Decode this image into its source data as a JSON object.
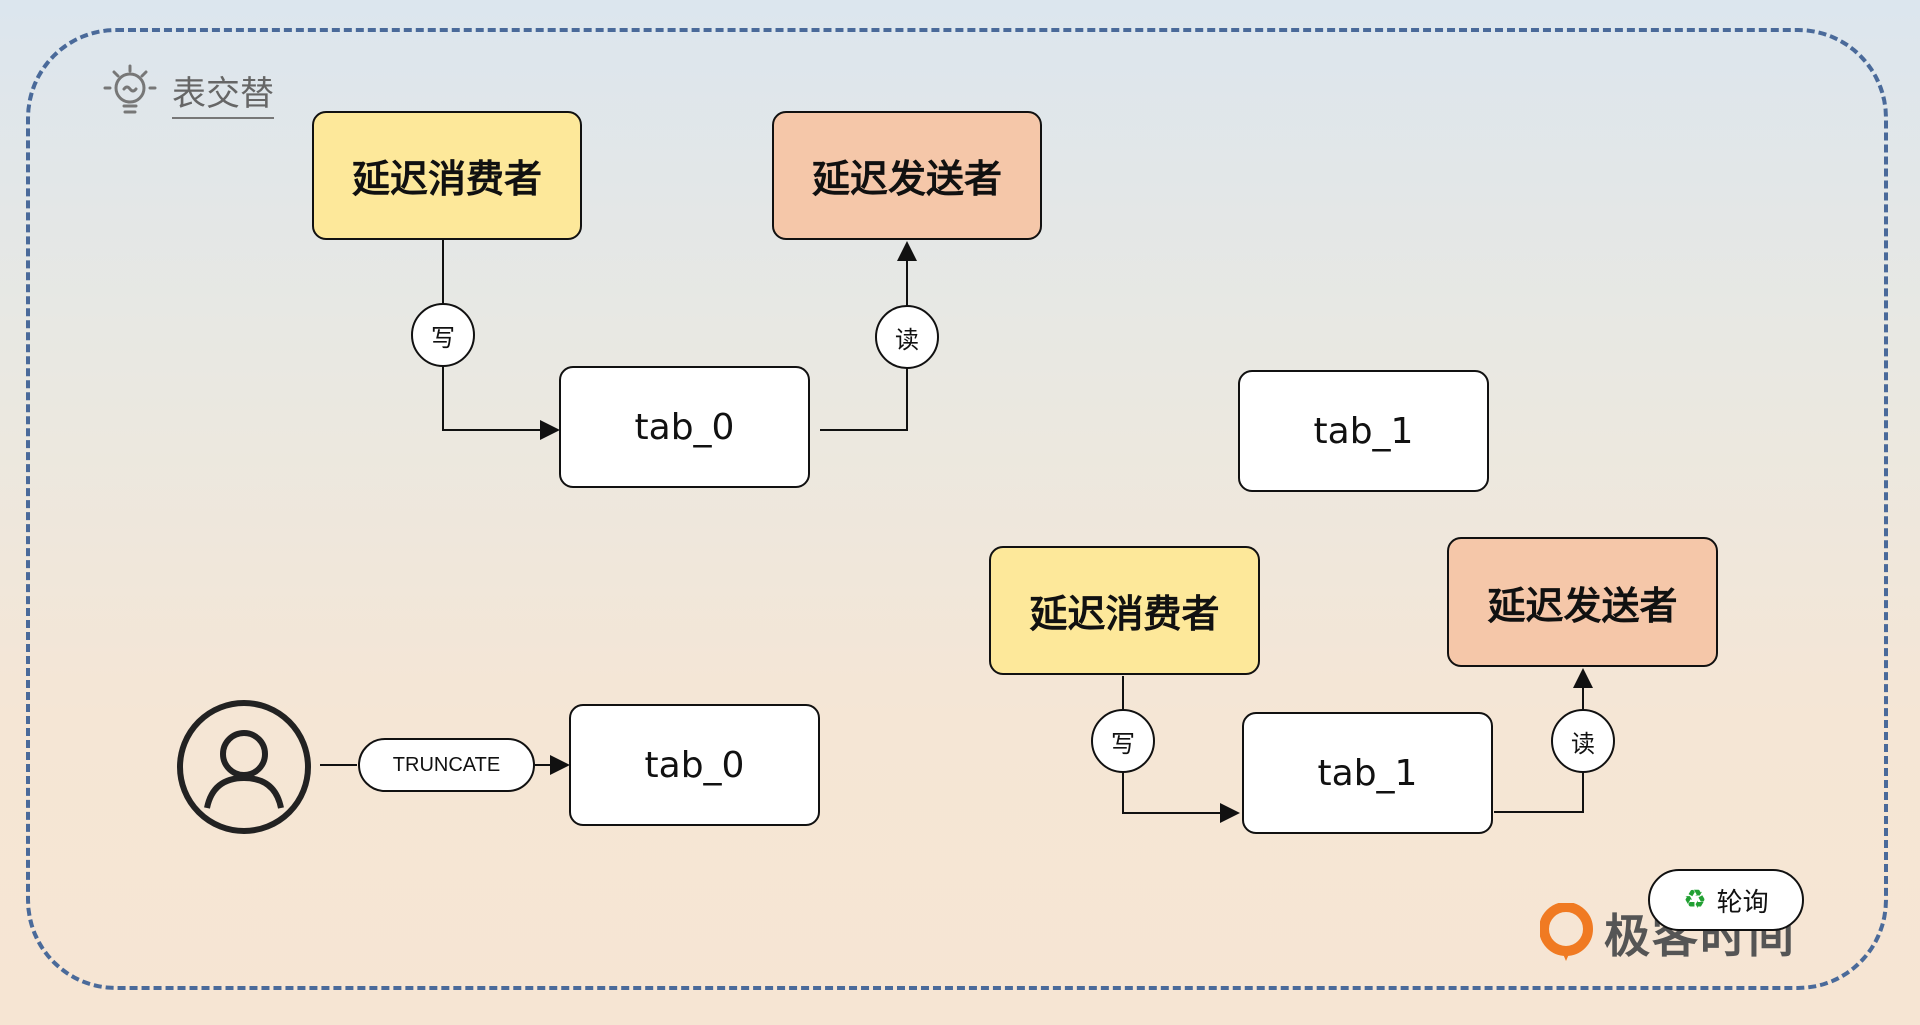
{
  "header": {
    "title": "表交替"
  },
  "top_left": {
    "consumer": "延迟消费者",
    "sender": "延迟发送者",
    "write": "写",
    "read": "读",
    "table": "tab_0"
  },
  "top_right": {
    "table": "tab_1"
  },
  "bottom_left": {
    "action": "TRUNCATE",
    "table": "tab_0"
  },
  "bottom_right": {
    "consumer": "延迟消费者",
    "sender": "延迟发送者",
    "write": "写",
    "read": "读",
    "table": "tab_1"
  },
  "badge": {
    "label": "轮询",
    "icon": "recycle-icon"
  },
  "brand": {
    "name": "极客时间",
    "icon": "geektime-logo-icon"
  },
  "colors": {
    "consumer": "#fde89a",
    "sender": "#f5c7a9",
    "frame": "#4a6a9a"
  }
}
